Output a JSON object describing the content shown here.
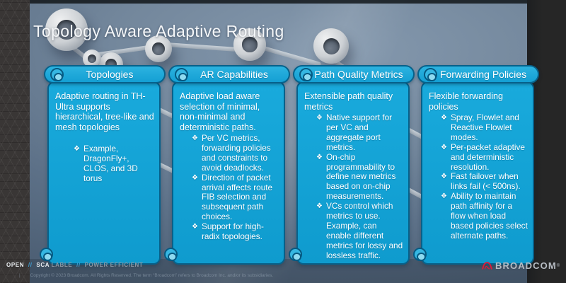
{
  "slide": {
    "title": "Topology Aware Adaptive Routing",
    "bullet_glyph": "❖",
    "cards": [
      {
        "header": "Topologies",
        "intro": "Adaptive routing in TH-Ultra supports hierarchical, tree-like and mesh topologies",
        "bullets": [
          "Example, DragonFly+, CLOS, and 3D torus"
        ]
      },
      {
        "header": "AR Capabilities",
        "intro": "Adaptive load aware selection of minimal, non-minimal and deterministic paths.",
        "bullets": [
          "Per VC metrics, forwarding policies and constraints to avoid deadlocks.",
          "Direction of packet arrival affects route FIB selection and subsequent path choices.",
          "Support for high-radix topologies."
        ]
      },
      {
        "header": "Path Quality Metrics",
        "intro": "Extensible path quality metrics",
        "bullets": [
          "Native support for per VC and aggregate port metrics.",
          "On-chip programmability to define new metrics based on on-chip measurements.",
          "VCs control which metrics to use. Example, can enable different metrics for lossy and lossless traffic."
        ]
      },
      {
        "header": "Forwarding Policies",
        "intro": "Flexible forwarding policies",
        "bullets": [
          "Spray, Flowlet and Reactive Flowlet modes.",
          "Per-packet adaptive and deterministic resolution.",
          "Fast failover when links fail (< 500ns).",
          "Ability to maintain path affinity for a flow when load based policies select alternate paths."
        ]
      }
    ]
  },
  "footer": {
    "tagline": {
      "segments": [
        {
          "text": "OPEN",
          "tone": "bright"
        },
        {
          "text": "//",
          "tone": "accent"
        },
        {
          "text": "SCA",
          "tone": "bright"
        },
        {
          "text": "LABLE",
          "tone": "dim"
        },
        {
          "text": "//",
          "tone": "accent"
        },
        {
          "text": "POWER EFFICIENT",
          "tone": "dim"
        }
      ]
    },
    "divider": "|",
    "copyright": "Copyright © 2023 Broadcom. All Rights Reserved. The term “Broadcom” refers to Broadcom Inc. and/or its subsidiaries.",
    "brand": {
      "logo_text": "BROADCOM",
      "logo_reg": "®"
    }
  },
  "colors": {
    "card_fill": "#14a3d6",
    "card_border": "#07618a",
    "slide_bg": "#6e8296",
    "logo_red": "#e31837",
    "tagline_accent": "#3f9fd4"
  }
}
